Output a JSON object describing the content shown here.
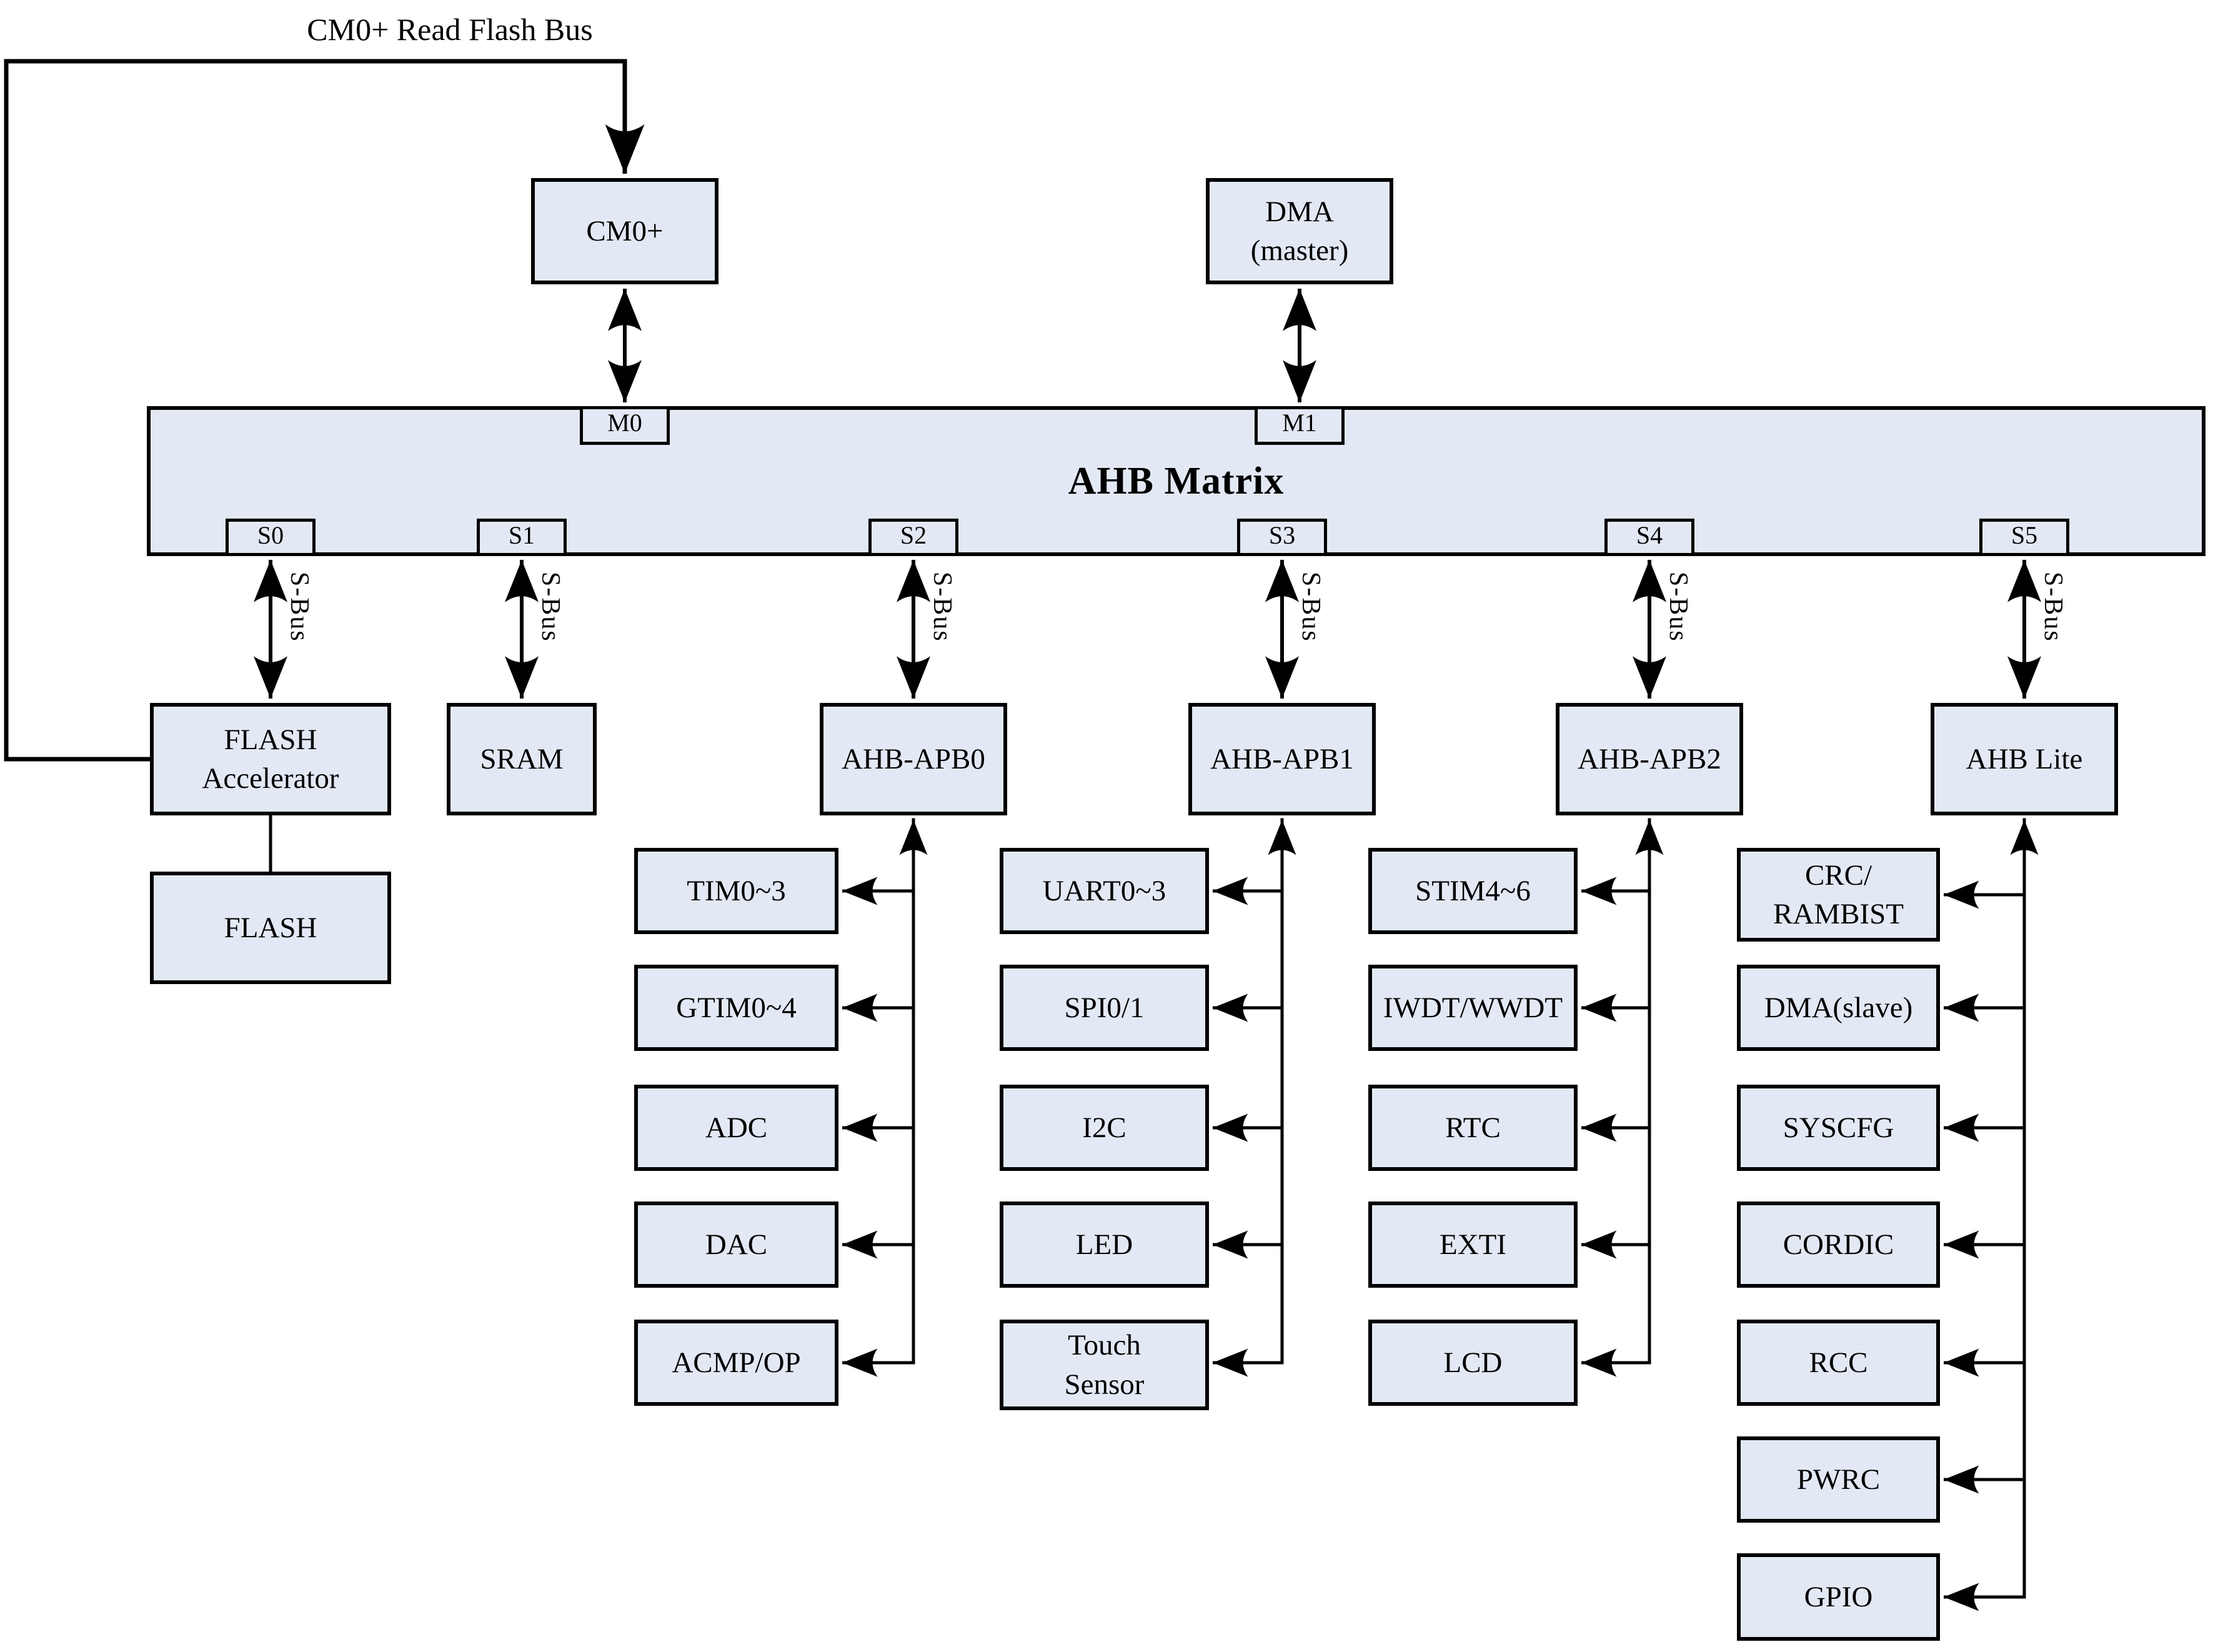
{
  "labels": {
    "top_bus": "CM0+ Read Flash Bus",
    "sbus": "S-Bus"
  },
  "matrix": {
    "title": "AHB Matrix",
    "m_ports": [
      "M0",
      "M1"
    ],
    "s_ports": [
      "S0",
      "S1",
      "S2",
      "S3",
      "S4",
      "S5"
    ]
  },
  "masters": [
    {
      "label": "CM0+"
    },
    {
      "label": "DMA\n(master)"
    }
  ],
  "slaves": [
    {
      "label": "FLASH\nAccelerator"
    },
    {
      "label": "SRAM"
    },
    {
      "label": "AHB-APB0"
    },
    {
      "label": "AHB-APB1"
    },
    {
      "label": "AHB-APB2"
    },
    {
      "label": "AHB Lite"
    }
  ],
  "memory": {
    "label": "FLASH"
  },
  "columns": [
    {
      "bridge": "AHB-APB0",
      "peripherals": [
        "TIM0~3",
        "GTIM0~4",
        "ADC",
        "DAC",
        "ACMP/OP"
      ]
    },
    {
      "bridge": "AHB-APB1",
      "peripherals": [
        "UART0~3",
        "SPI0/1",
        "I2C",
        "LED",
        "Touch\nSensor"
      ]
    },
    {
      "bridge": "AHB-APB2",
      "peripherals": [
        "STIM4~6",
        "IWDT/WWDT",
        "RTC",
        "EXTI",
        "LCD"
      ]
    },
    {
      "bridge": "AHB Lite",
      "peripherals": [
        "CRC/\nRAMBIST",
        "DMA(slave)",
        "SYSCFG",
        "CORDIC",
        "RCC",
        "PWRC",
        "GPIO"
      ]
    }
  ],
  "colors": {
    "box_fill": "#e3e9f4",
    "line": "#000000"
  }
}
